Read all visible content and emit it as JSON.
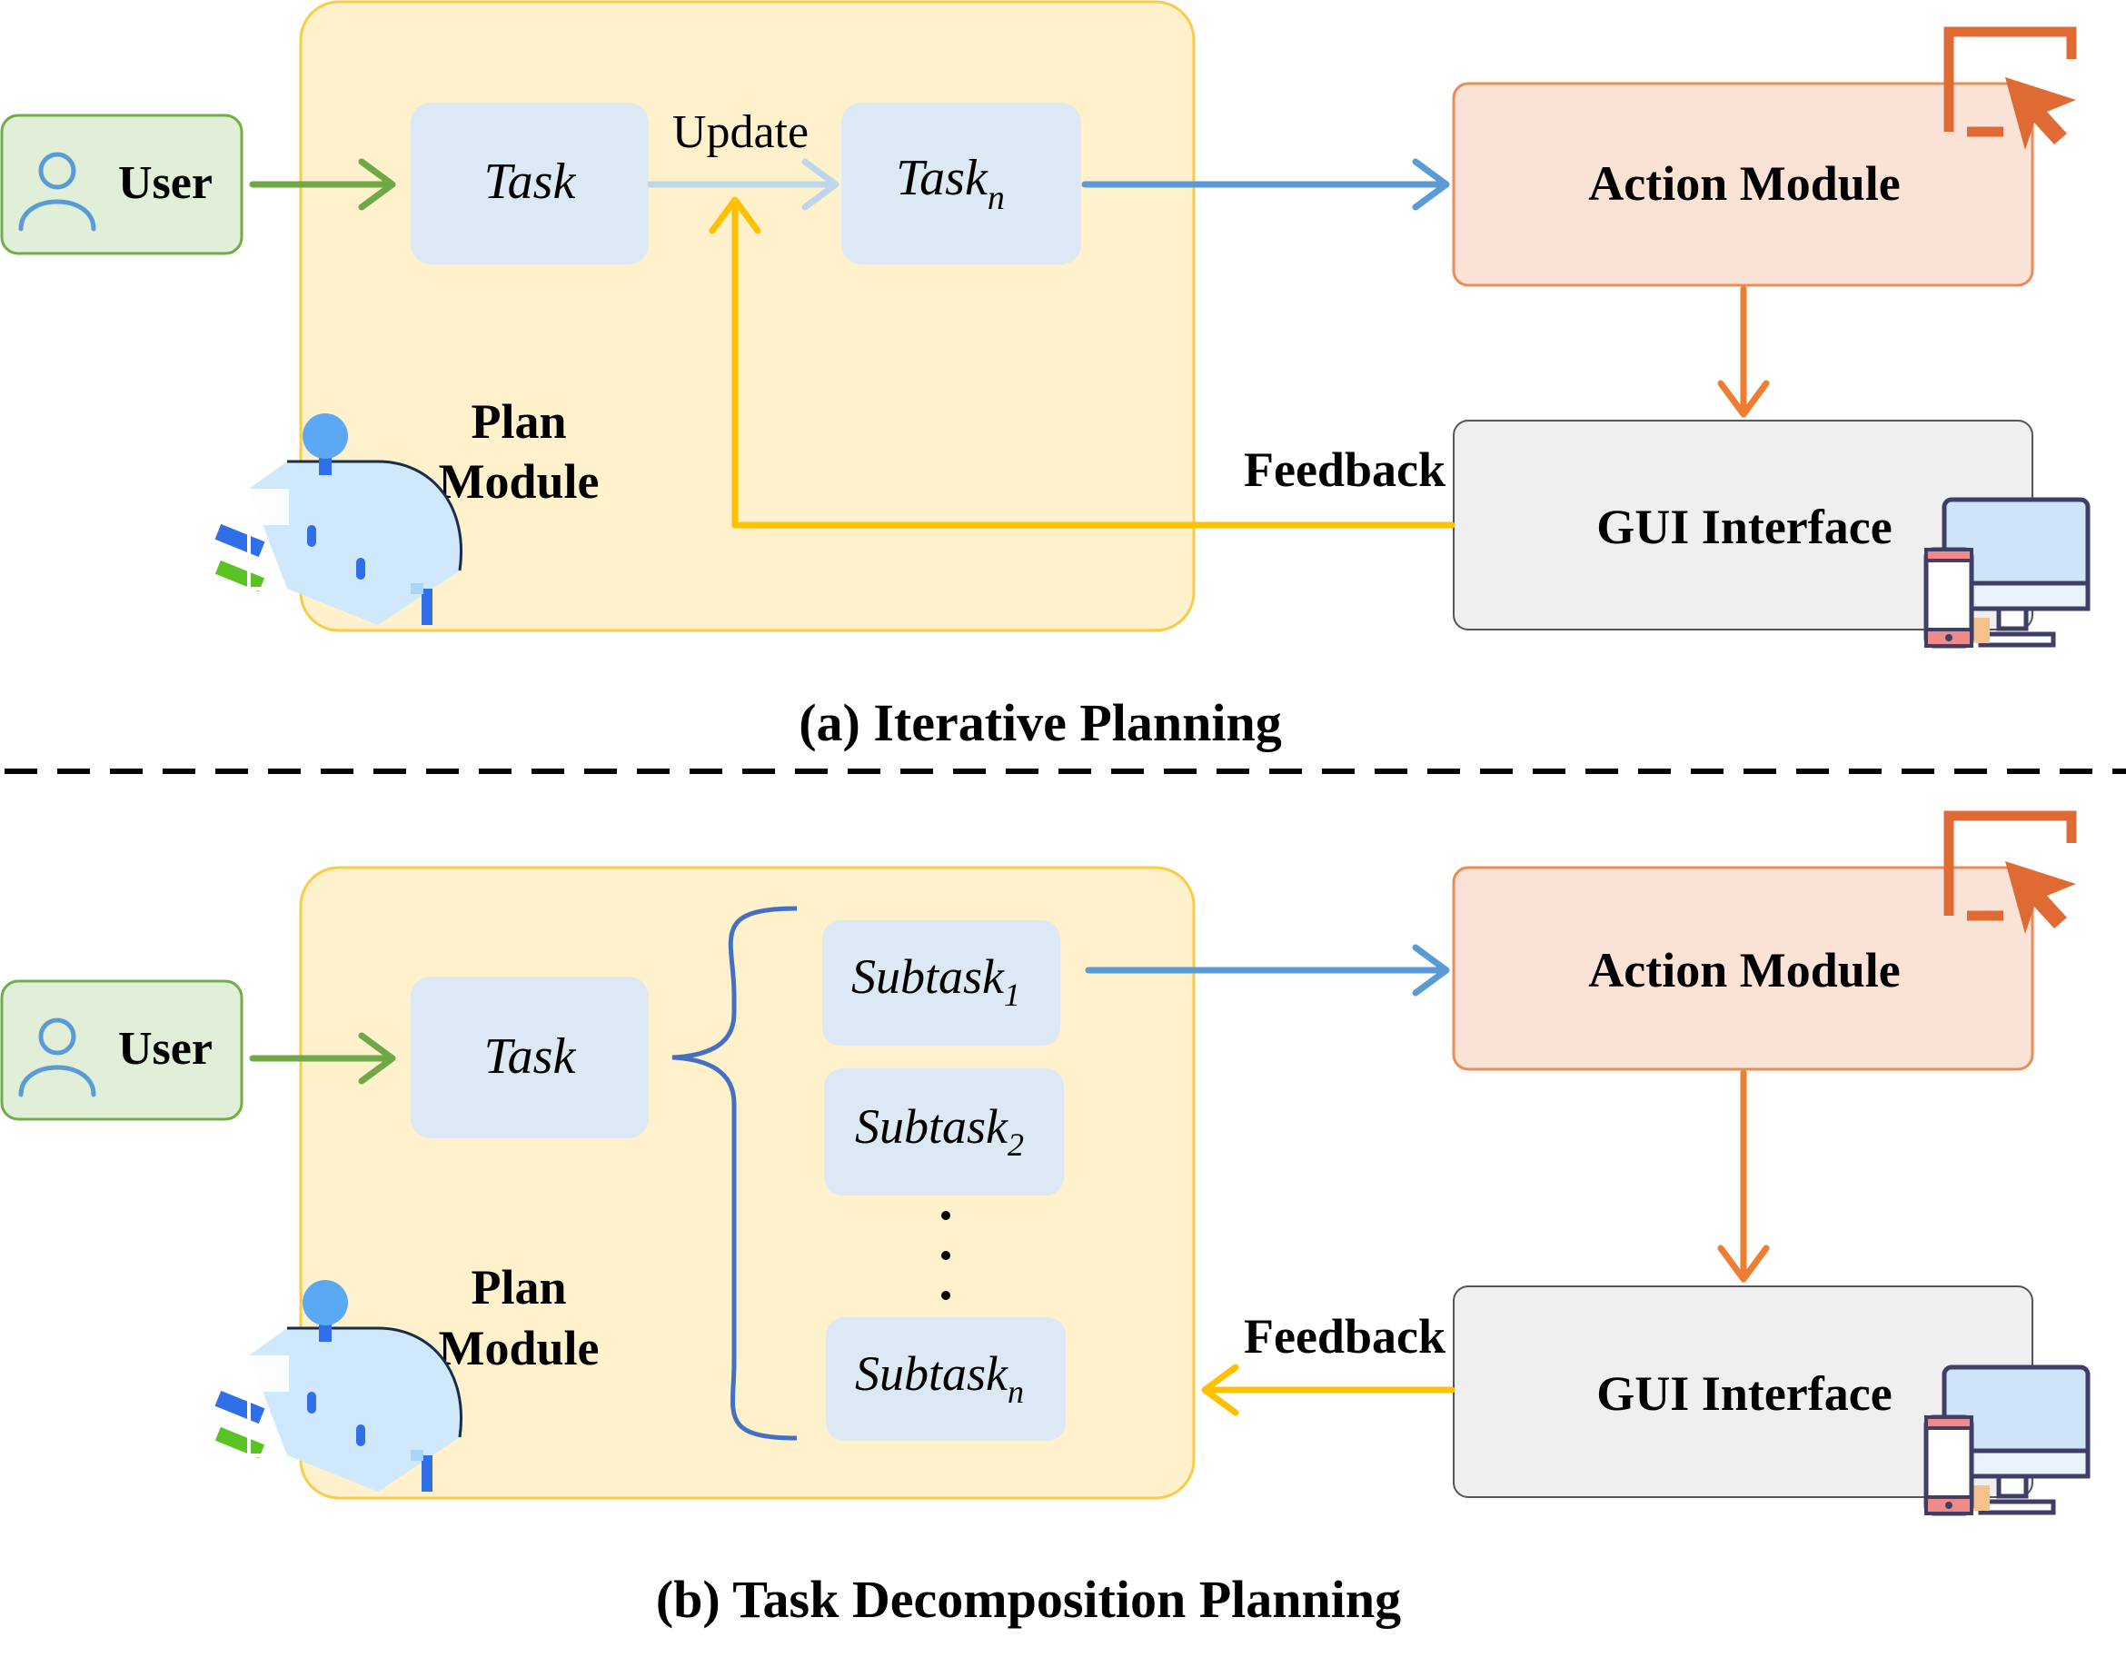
{
  "panels": [
    {
      "caption": "(a) Iterative Planning",
      "user_label": "User",
      "plan_module": {
        "line1": "Plan",
        "line2": "Module"
      },
      "task": {
        "base": "Task",
        "sub": ""
      },
      "task_n": {
        "base": "Task",
        "sub": "n"
      },
      "update_label": "Update",
      "action_module": "Action Module",
      "gui_interface": "GUI Interface",
      "feedback_label": "Feedback"
    },
    {
      "caption": "(b) Task Decomposition Planning",
      "user_label": "User",
      "plan_module": {
        "line1": "Plan",
        "line2": "Module"
      },
      "task": {
        "base": "Task",
        "sub": ""
      },
      "subtasks": [
        {
          "base": "Subtask",
          "sub": "1"
        },
        {
          "base": "Subtask",
          "sub": "2"
        },
        {
          "base": "Subtask",
          "sub": "n"
        }
      ],
      "action_module": "Action Module",
      "gui_interface": "GUI Interface",
      "feedback_label": "Feedback"
    }
  ],
  "colors": {
    "plan_bg": "#FEF1CC",
    "plan_border": "#F9CB47",
    "task_bg": "#DCE9F4",
    "user_bg": "#E2EFD8",
    "user_border": "#71AD47",
    "action_bg": "#FBE2D6",
    "action_border": "#EE8B54",
    "gui_bg": "#EFEFEF",
    "gui_border": "#555555",
    "arrow_green": "#6FA846",
    "arrow_blue": "#5B9BD5",
    "arrow_lightblue": "#BCD6EC",
    "arrow_orange": "#ED7D31",
    "arrow_yellow": "#FFC000",
    "icon_orange": "#E06A34",
    "brace_blue": "#4470C4"
  },
  "icons": [
    "user-icon",
    "robot-icon",
    "cursor-icon",
    "computer-phone-icon"
  ]
}
